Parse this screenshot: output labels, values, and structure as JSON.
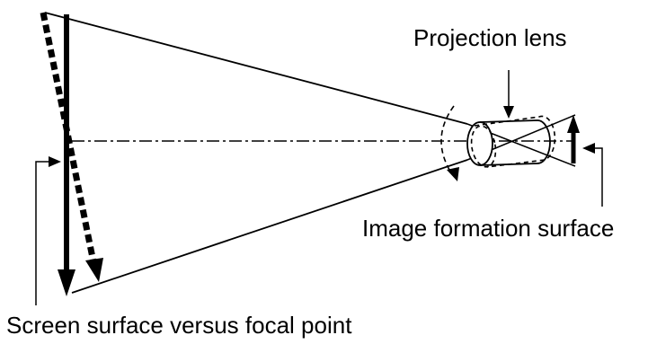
{
  "labels": {
    "projection_lens": "Projection lens",
    "image_formation_surface": "Image formation surface",
    "screen_surface": "Screen surface versus focal point"
  },
  "colors": {
    "line": "#000000",
    "background": "#ffffff"
  }
}
